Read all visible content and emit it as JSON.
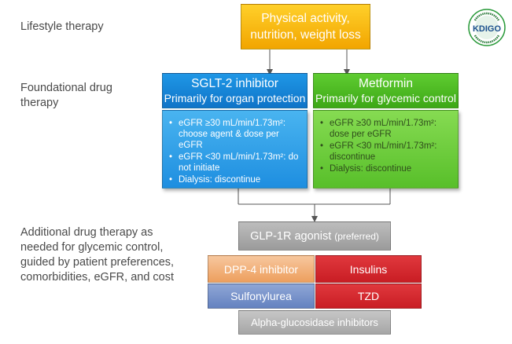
{
  "labels": {
    "lifestyle": "Lifestyle therapy",
    "foundational": "Foundational drug\ntherapy",
    "additional": "Additional drug therapy as\nneeded for glycemic control,\nguided by patient preferences,\ncomorbidities, eGFR, and cost"
  },
  "top_box": {
    "line1": "Physical activity,",
    "line2": "nutrition, weight loss"
  },
  "sglt2": {
    "title": "SGLT-2 inhibitor",
    "subtitle": "Primarily for organ protection",
    "bullets": [
      "eGFR ≥30 mL/min/1.73m²: choose agent & dose per eGFR",
      "eGFR <30 mL/min/1.73m²: do not initiate",
      "Dialysis: discontinue"
    ]
  },
  "metformin": {
    "title": "Metformin",
    "subtitle": "Primarily for glycemic control",
    "bullets": [
      "eGFR ≥30 mL/min/1.73m²: dose per eGFR",
      "eGFR <30 mL/min/1.73m²: discontinue",
      "Dialysis: discontinue"
    ]
  },
  "glp1": {
    "name": "GLP-1R agonist",
    "note": "(preferred)"
  },
  "options": {
    "dpp4": "DPP-4 inhibitor",
    "insulins": "Insulins",
    "sulfonylurea": "Sulfonylurea",
    "tzd": "TZD",
    "alpha": "Alpha-glucosidase inhibitors"
  },
  "logo": {
    "text": "KDIGO",
    "ring_text": "KIDNEY DISEASE | IMPROVING GLOBAL OUTCOMES"
  },
  "colors": {
    "yellow": "#f7b500",
    "blue": "#1784d8",
    "green": "#4bb61f",
    "gray": "#a8a8a8",
    "red": "#d0252b",
    "peach": "#f2b07a",
    "periwinkle": "#7790c8"
  }
}
